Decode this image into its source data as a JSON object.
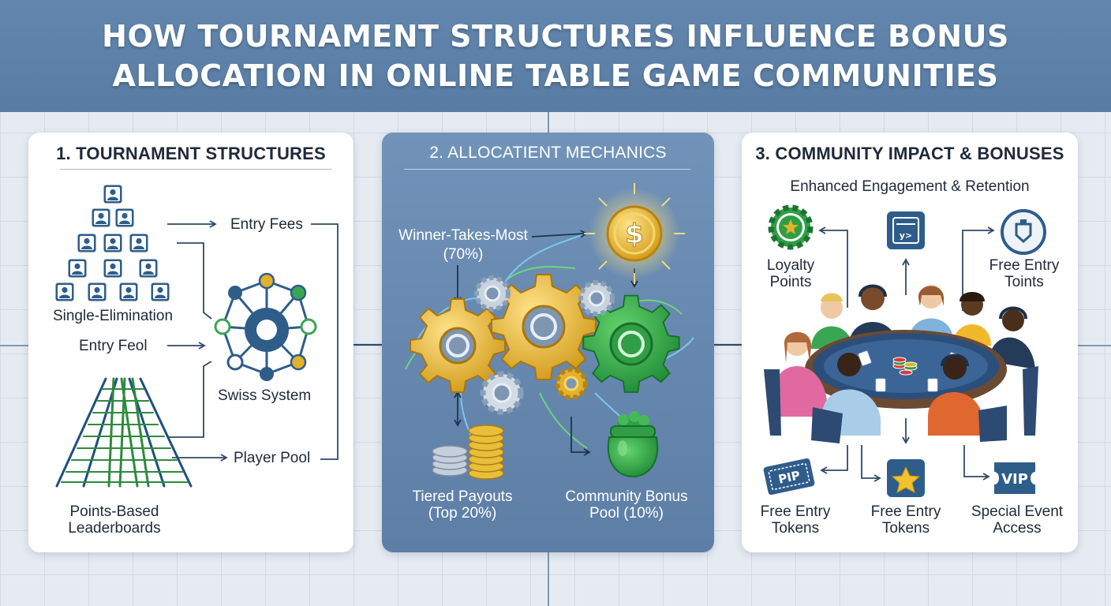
{
  "header": {
    "title_line1": "HOW TOURNAMENT STRUCTURES INFLUENCE BONUS",
    "title_line2": "ALLOCATION IN ONLINE TABLE GAME COMMUNITIES"
  },
  "panel1": {
    "title": "1. TOURNAMENT STRUCTURES",
    "single_elimination": "Single-Elimination",
    "entry_fees": "Entry Fees",
    "entry_feol": "Entry Feol",
    "swiss_system": "Swiss System",
    "player_pool": "Player Pool",
    "points_line1": "Points-Based",
    "points_line2": "Leaderboards"
  },
  "panel2": {
    "title": "2. ALLOCATIENT MECHANICS",
    "winner_line1": "Winner-Takes-Most",
    "winner_line2": "(70%)",
    "tiered_line1": "Tiered Payouts",
    "tiered_line2": "(Top 20%)",
    "community_line1": "Community Bonus",
    "community_line2": "Pool (10%)",
    "coin_symbol": "$"
  },
  "panel3": {
    "title": "3. COMMUNITY IMPACT & BONUSES",
    "subtitle": "Enhanced Engagement & Retention",
    "loyalty_line1": "Loyalty",
    "loyalty_line2": "Points",
    "free_entry_toints_line1": "Free Entry",
    "free_entry_toints_line2": "Toints",
    "ticket_text": "y>",
    "pip_text": "PIP",
    "vip_text": "VIP",
    "tokens_a_line1": "Free Entry",
    "tokens_a_line2": "Tokens",
    "tokens_b_line1": "Free Entry",
    "tokens_b_line2": "Tokens",
    "special_line1": "Special Event",
    "special_line2": "Access"
  },
  "colors": {
    "header": "#5b7fa6",
    "panel_blue": "#6689b0",
    "icon_blue": "#2f5d8a",
    "gold": "#e2b22c",
    "green": "#2f9e44",
    "ladder_green": "#2e8b3e"
  }
}
